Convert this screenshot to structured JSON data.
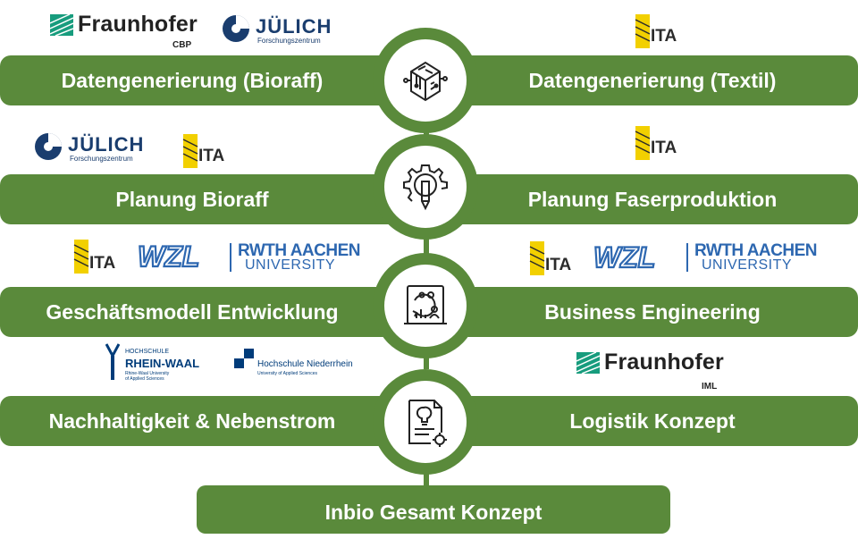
{
  "rows": [
    {
      "left": "Datengenerierung (Bioraff)",
      "right": "Datengenerierung (Textil)"
    },
    {
      "left": "Planung Bioraff",
      "right": "Planung Faserproduktion"
    },
    {
      "left": "Geschäftsmodell Entwicklung",
      "right": "Business Engineering"
    },
    {
      "left": "Nachhaltigkeit & Nebenstrom",
      "right": "Logistik Konzept"
    }
  ],
  "final": "Inbio Gesamt Konzept",
  "icons": [
    "circuit-box-icon",
    "gear-pencil-icon",
    "business-chart-icon",
    "document-bulb-icon"
  ],
  "logos": {
    "fraunhofer_name": "Fraunhofer",
    "fraunhofer_cbp": "CBP",
    "fraunhofer_iml": "IML",
    "juelich_name": "JÜLICH",
    "juelich_sub": "Forschungszentrum",
    "ita": "ITA",
    "wzl": "WZL",
    "rwth_a": "RWTH AACHEN",
    "rwth_b": "UNIVERSITY",
    "rhein_waal_top": "HOCHSCHULE",
    "rhein_waal_name": "RHEIN-WAAL",
    "rhein_waal_sub1": "Rhine-Waal University",
    "rhein_waal_sub2": "of Applied Sciences",
    "niederrhein_name": "Hochschule Niederrhein",
    "niederrhein_sub": "University of Applied Sciences"
  },
  "colors": {
    "green": "#5a8a3b",
    "ita_yellow": "#f2d000",
    "rwth_blue": "#2d67b0",
    "fraunhofer_green": "#179c7d"
  }
}
